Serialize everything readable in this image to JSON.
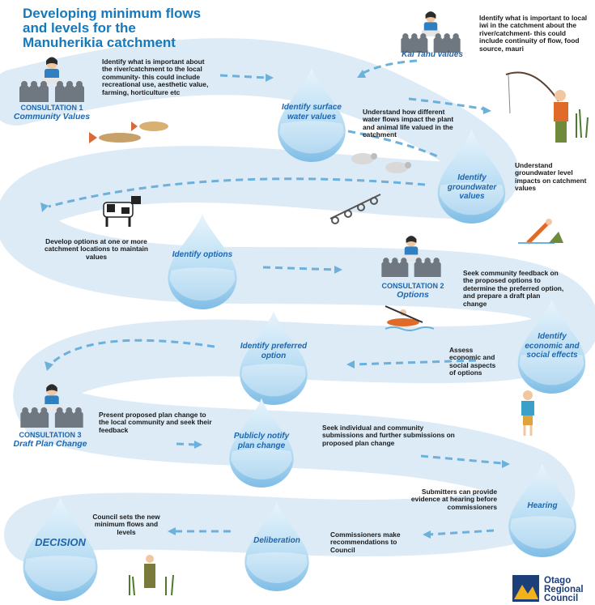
{
  "title": {
    "line1": "Developing minimum flows",
    "line2": "and levels for the",
    "line3": "Manuherikia catchment"
  },
  "consultations": [
    {
      "label": "CONSULTATION 1",
      "sub": "Community Values"
    },
    {
      "label": "CONSULTATION 2",
      "sub": "Options"
    },
    {
      "label": "CONSULTATION 3",
      "sub": "Draft Plan Change"
    }
  ],
  "kai_tahu": "Kai Tahu values",
  "drops": {
    "surface": "Identify surface water values",
    "ground": "Identify groundwater values",
    "options": "Identify options",
    "econ": "Identify economic and social effects",
    "preferred": "Identify preferred option",
    "notify": "Publicly notify plan change",
    "hearing": "Hearing",
    "deliberation": "Deliberation",
    "decision": "DECISION"
  },
  "texts": {
    "c1": "Identify what is important about the river/catchment to the local community- this could include recreational use, aesthetic value, farming, horticulture etc",
    "kai": "Identify what is important to local iwi in the catchment about the river/catchment- this could include continuity of flow, food source, mauri",
    "surface": "Understand how different water flows impact the plant and animal life valued in the catchment",
    "ground": "Understand groundwater level impacts on catchment values",
    "options": "Develop options at one or more catchment locations to maintain values",
    "c2": "Seek community feedback on the proposed options to determine the preferred option, and prepare a draft plan change",
    "assess": "Assess economic and social aspects of options",
    "c3": "Present proposed plan change to the local community and seek their feedback",
    "notify": "Seek individual and community submissions and further submissions on proposed plan change",
    "submitters": "Submitters can provide evidence at hearing before commissioners",
    "commissioners": "Commissioners make recommendations to Council",
    "council": "Council sets the new minimum flows and levels"
  },
  "logo": {
    "line1": "Otago",
    "line2": "Regional",
    "line3": "Council"
  },
  "colors": {
    "title": "#1479bd",
    "label": "#1e66ad",
    "river": "#dcebf6",
    "arrow": "#6cb0dc",
    "drop": "#8fc6ea"
  }
}
